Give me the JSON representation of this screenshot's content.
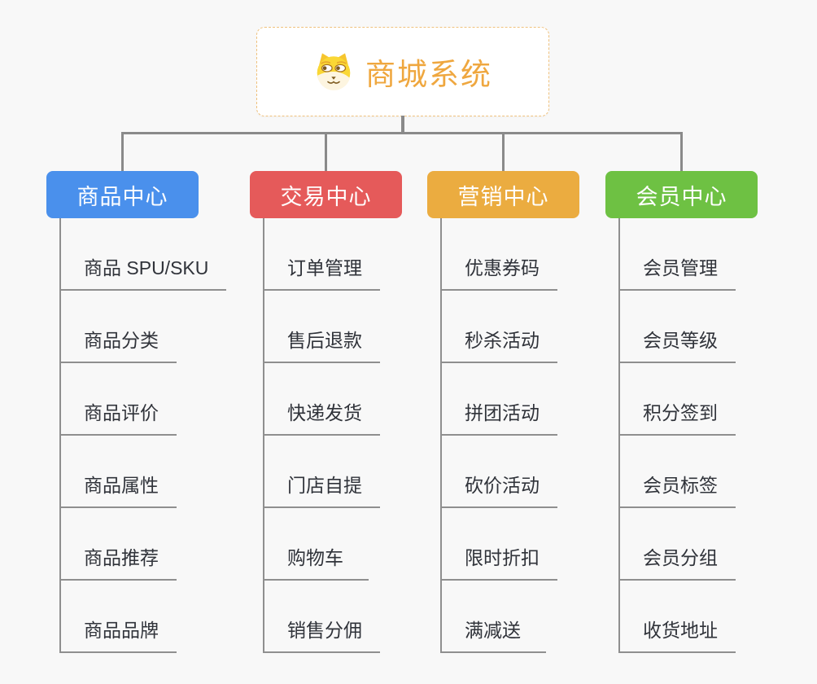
{
  "root": {
    "title": "商城系统",
    "icon": "doge-icon"
  },
  "branches": [
    {
      "label": "商品中心",
      "color": "#4a90ec",
      "items": [
        "商品 SPU/SKU",
        "商品分类",
        "商品评价",
        "商品属性",
        "商品推荐",
        "商品品牌"
      ]
    },
    {
      "label": "交易中心",
      "color": "#e55a5a",
      "items": [
        "订单管理",
        "售后退款",
        "快递发货",
        "门店自提",
        "购物车",
        "销售分佣"
      ]
    },
    {
      "label": "营销中心",
      "color": "#ebac40",
      "items": [
        "优惠券码",
        "秒杀活动",
        "拼团活动",
        "砍价活动",
        "限时折扣",
        "满减送"
      ]
    },
    {
      "label": "会员中心",
      "color": "#6ec143",
      "items": [
        "会员管理",
        "会员等级",
        "积分签到",
        "会员标签",
        "会员分组",
        "收货地址"
      ]
    }
  ],
  "colors": {
    "background": "#f8f8f8",
    "root_accent": "#efa73f",
    "root_border": "#f0c27e",
    "connector": "#8a8a8a",
    "underline": "#8f8f8f",
    "item_text": "#30333a"
  }
}
